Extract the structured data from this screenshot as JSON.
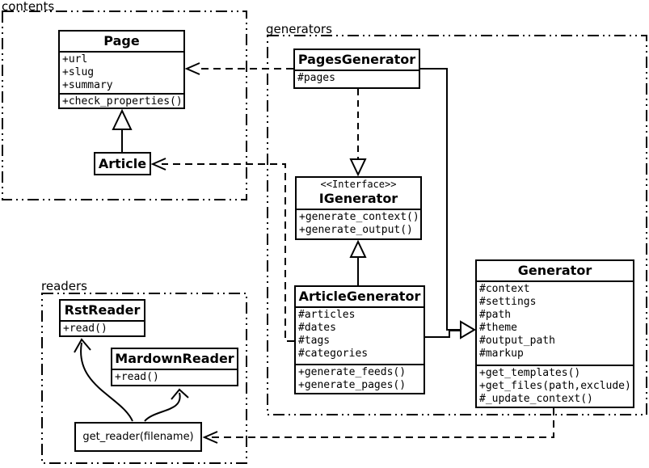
{
  "colors": {
    "line": "#000000",
    "background": "#ffffff"
  },
  "packages": {
    "contents": {
      "label": "contents"
    },
    "generators": {
      "label": "generators"
    },
    "readers": {
      "label": "readers"
    }
  },
  "classes": {
    "page": {
      "title": "Page",
      "attributes": [
        "+url",
        "+slug",
        "+summary"
      ],
      "methods": [
        "+check_properties()"
      ]
    },
    "article": {
      "title": "Article"
    },
    "pages_generator": {
      "title": "PagesGenerator",
      "attributes": [
        "#pages"
      ]
    },
    "igenerator": {
      "stereotype": "<<Interface>>",
      "title": "IGenerator",
      "methods": [
        "+generate_context()",
        "+generate_output()"
      ]
    },
    "article_generator": {
      "title": "ArticleGenerator",
      "attributes": [
        "#articles",
        "#dates",
        "#tags",
        "#categories"
      ],
      "methods": [
        "+generate_feeds()",
        "+generate_pages()"
      ]
    },
    "generator": {
      "title": "Generator",
      "attributes": [
        "#context",
        "#settings",
        "#path",
        "#theme",
        "#output_path",
        "#markup"
      ],
      "methods": [
        "+get_templates()",
        "+get_files(path,exclude)",
        "#_update_context()"
      ]
    },
    "rst_reader": {
      "title": "RstReader",
      "methods": [
        "+read()"
      ]
    },
    "mardown_reader": {
      "title": "MardownReader",
      "methods": [
        "+read()"
      ]
    },
    "get_reader": {
      "title": "get_reader(filename)"
    }
  },
  "relationships": [
    {
      "from": "Article",
      "to": "Page",
      "type": "generalization"
    },
    {
      "from": "PagesGenerator",
      "to": "IGenerator",
      "type": "realization"
    },
    {
      "from": "ArticleGenerator",
      "to": "IGenerator",
      "type": "generalization"
    },
    {
      "from": "PagesGenerator",
      "to": "Generator",
      "type": "generalization"
    },
    {
      "from": "ArticleGenerator",
      "to": "Generator",
      "type": "generalization"
    },
    {
      "from": "PagesGenerator",
      "to": "Page",
      "type": "dependency"
    },
    {
      "from": "ArticleGenerator",
      "to": "Article",
      "type": "dependency"
    },
    {
      "from": "Generator",
      "to": "get_reader(filename)",
      "type": "dependency"
    },
    {
      "from": "get_reader(filename)",
      "to": "RstReader",
      "type": "arrow"
    },
    {
      "from": "get_reader(filename)",
      "to": "MardownReader",
      "type": "arrow"
    }
  ]
}
